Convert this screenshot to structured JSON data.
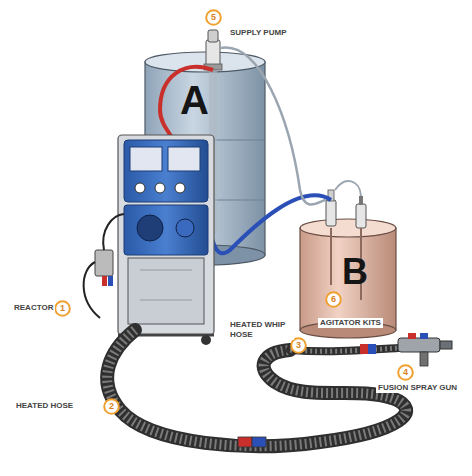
{
  "diagram": {
    "nodes": [
      {
        "text": [
          "5"
        ]
      },
      {
        "text": [
          "6"
        ]
      },
      {
        "text": [
          "1"
        ]
      },
      {
        "text": [
          "3"
        ]
      },
      {
        "text": [
          "4"
        ]
      },
      {
        "text": [
          "2"
        ]
      }
    ],
    "labels": [
      "SUPPLY PUMP",
      "A",
      "B",
      "REACTOR",
      "AGITATOR KITS",
      "HEATED WHIP HOSE",
      "FUSION SPRAY GUN",
      "HEATED HOSE"
    ]
  }
}
